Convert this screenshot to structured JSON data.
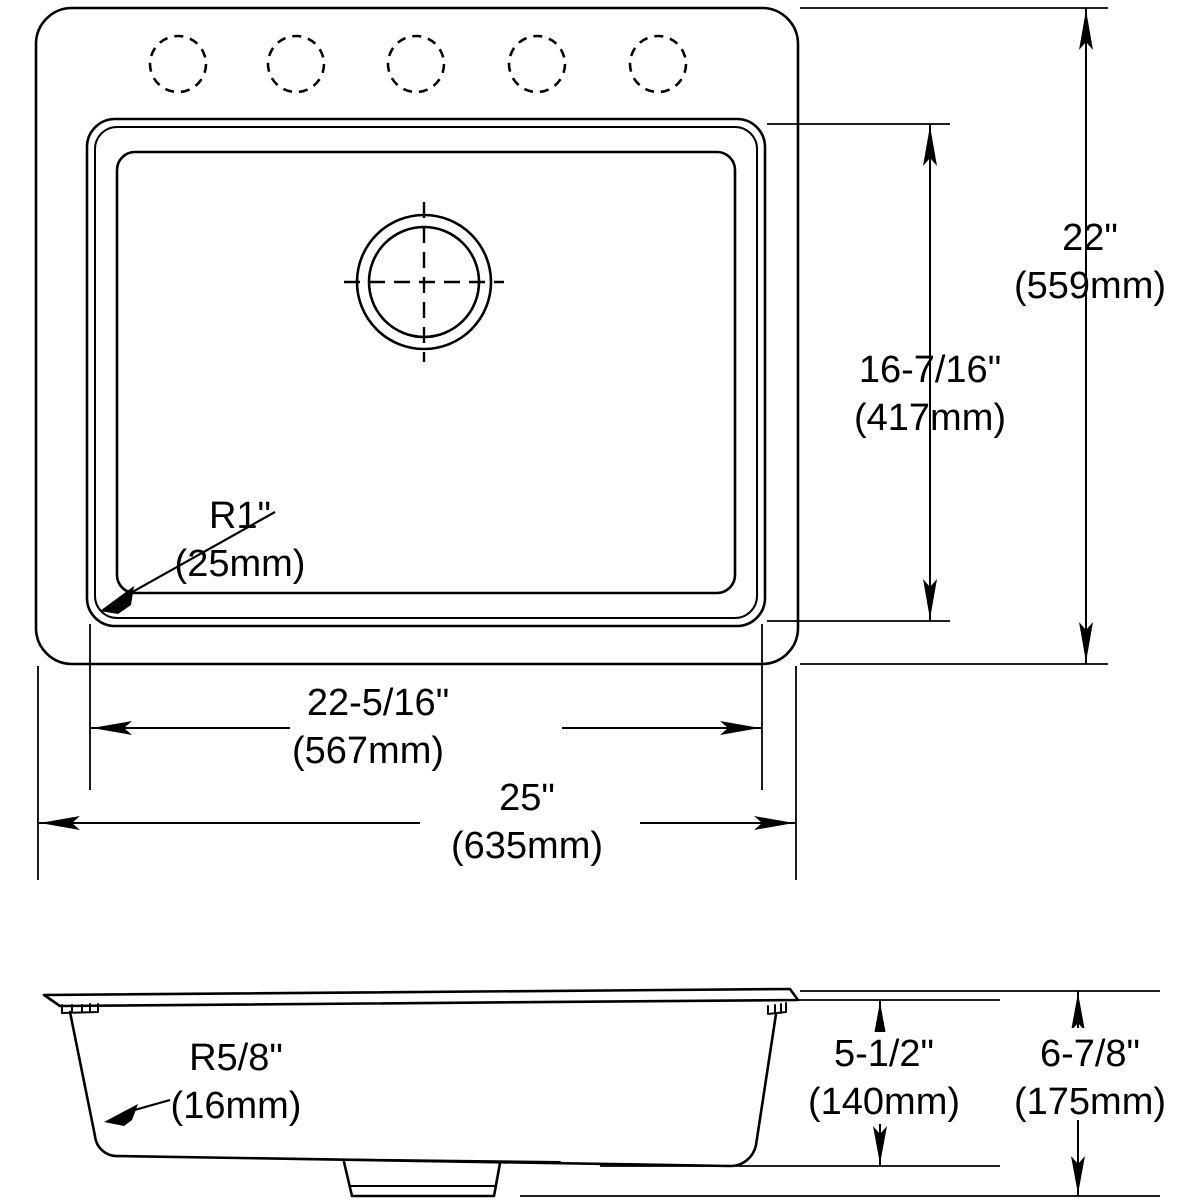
{
  "drawing": {
    "title": "Kitchen Sink Dimensional Drawing",
    "views": {
      "plan": "top-plan-view",
      "section": "front-section-view"
    },
    "line_color": "#000000",
    "background_color": "#ffffff"
  },
  "plan_view": {
    "faucet_holes": {
      "count": 5,
      "label": "faucet-hole"
    },
    "drain": {
      "label": "drain-opening"
    },
    "dimensions": {
      "overall_height": {
        "imperial": "22\"",
        "metric": "(559mm)"
      },
      "bowl_height": {
        "imperial": "16-7/16\"",
        "metric": "(417mm)"
      },
      "corner_radius": {
        "imperial": "R1\"",
        "metric": "(25mm)"
      },
      "bowl_width": {
        "imperial": "22-5/16\"",
        "metric": "(567mm)"
      },
      "overall_width": {
        "imperial": "25\"",
        "metric": "(635mm)"
      }
    }
  },
  "section_view": {
    "dimensions": {
      "base_radius": {
        "imperial": "R5/8\"",
        "metric": "(16mm)"
      },
      "bowl_depth": {
        "imperial": "5-1/2\"",
        "metric": "(140mm)"
      },
      "overall_depth": {
        "imperial": "6-7/8\"",
        "metric": "(175mm)"
      }
    }
  }
}
